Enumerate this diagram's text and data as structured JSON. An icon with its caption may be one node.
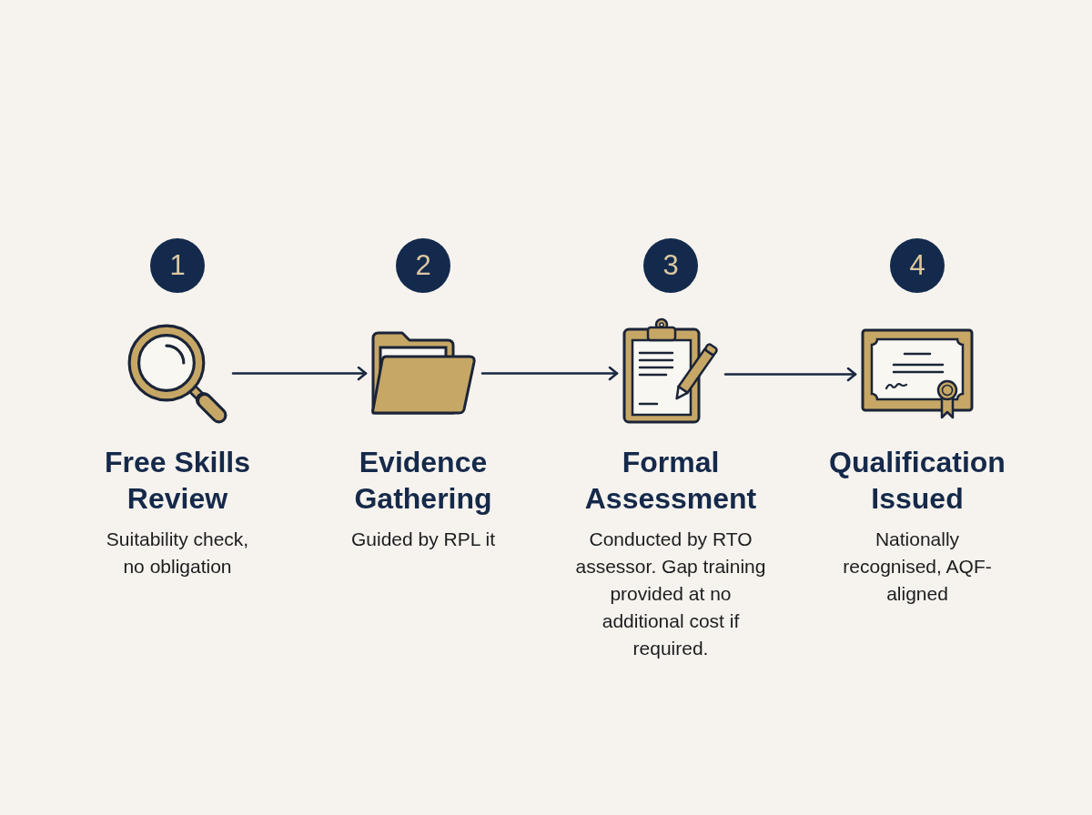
{
  "diagram": {
    "nodes": [
      {
        "text": [
          "1"
        ]
      },
      {
        "text": [],
        "shape": "picture",
        "beside": [
          "Free Skills Review",
          "Suitability check, no obligation"
        ]
      },
      {
        "text": [
          "2"
        ]
      },
      {
        "text": [],
        "shape": "picture",
        "beside": [
          "Evidence Gathering",
          "Guided by RPL it"
        ]
      },
      {
        "text": [
          "3"
        ]
      },
      {
        "text": [],
        "shape": "picture",
        "beside": [
          "Formal Assessment",
          "Conducted by RTO assessor. Gap training provided at no additional cost if required."
        ]
      },
      {
        "text": [
          "4"
        ]
      },
      {
        "text": [],
        "shape": "picture",
        "beside": [
          "Qualification Issued",
          "Nationally recognised, AQF-aligned"
        ]
      }
    ],
    "edges": [
      {
        "from": 1,
        "to": 3,
        "arrow": "to"
      },
      {
        "from": 3,
        "to": 5,
        "arrow": "to"
      },
      {
        "from": 5,
        "to": 7,
        "arrow": "to"
      }
    ]
  }
}
